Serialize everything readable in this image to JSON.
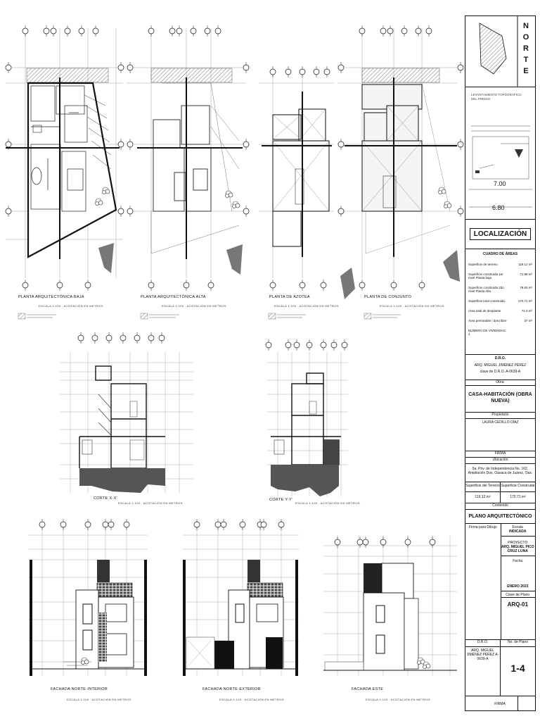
{
  "north_label": "NORTE",
  "location_title": "LOCALIZACIÓN",
  "location_note": "LEVANTAMIENTO TOPOGRÁFICO DEL PREDIO",
  "location_dims": {
    "d1": "7.00",
    "d2": "6.80"
  },
  "areas": {
    "title": "CUADRO DE ÁREAS",
    "rows": [
      {
        "label": "Superficie de terreno",
        "value": "119.12 m²"
      },
      {
        "label": "Superficie construida 1er nivel Planta baja",
        "value": "71.88 m²"
      },
      {
        "label": "Superficie construida 2do nivel Planta Alta",
        "value": "79.83 m²"
      },
      {
        "label": "Superficie total construida",
        "value": "170.71 m²"
      },
      {
        "label": "Área total de desplante",
        "value": "72.3 m²"
      },
      {
        "label": "Área permeable / área libre",
        "value": "37 m²"
      },
      {
        "label": "NÚMERO DE VIVIENDAS: 1",
        "value": ""
      }
    ]
  },
  "dro": {
    "title": "D.R.O.",
    "name": "ARQ. MIGUEL JIMÉNEZ PÉREZ",
    "registry": "clave de D.R.O. A-0639-A"
  },
  "obra": {
    "label": "Obra:",
    "title": "CASA-HABITACIÓN (OBRA NUEVA)"
  },
  "propietario": {
    "label": "Propietario",
    "name": "LAURA CEDILLO DÍAZ",
    "firma": "FIRMA"
  },
  "ubicacion": {
    "label": "Ubicación",
    "text": "5a. Priv. de Independencia No. 102, Ampliación Dos, Oaxaca de Juárez, Oax."
  },
  "superficies": {
    "terreno_label": "Superficie del Terreno",
    "construida_label": "Superficie Construida",
    "terreno_value": "119.12 m²",
    "construida_value": "170.71 m²"
  },
  "contenido": {
    "label": "Contenido",
    "title": "PLANO ARQUITECTÓNICO"
  },
  "meta": {
    "firma_label": "Firma para Dibujo",
    "escala_label": "Escala",
    "escala_value": "INDICADA",
    "proyecto_label": "PROYECTO",
    "proyecto_value": "ARQ. MIGUEL PICO CRUZ LUNA",
    "fecha_label": "Fecha",
    "fecha_value": "ENERO 2023",
    "clave_label": "Clave de Plano",
    "clave_value": "ARQ-01",
    "dro_label": "D.R.O.",
    "no_plano_label": "No. de Plano",
    "dro_name": "ARQ. MIGUEL JIMÉNEZ PÉREZ A-0639-A",
    "sheet": "1-4",
    "firma": "FIRMA"
  },
  "drawings": {
    "plan1": "PLANTA ARQUITECTÓNICA BAJA",
    "plan2": "PLANTA ARQUITECTÓNICA ALTA",
    "plan3": "PLANTA DE AZOTEA",
    "plan4": "PLANTA DE CONJUNTO",
    "cut1": "CORTE X-X'",
    "cut2": "CORTE Y-Y'",
    "fac1": "FACHADA NORTE-INTERIOR",
    "fac2": "FACHADA NORTE-EXTERIOR",
    "fac3": "FACHADA ESTE",
    "scale": "ESCALA 1:100 . ACOTACIÓN EN METROS."
  }
}
